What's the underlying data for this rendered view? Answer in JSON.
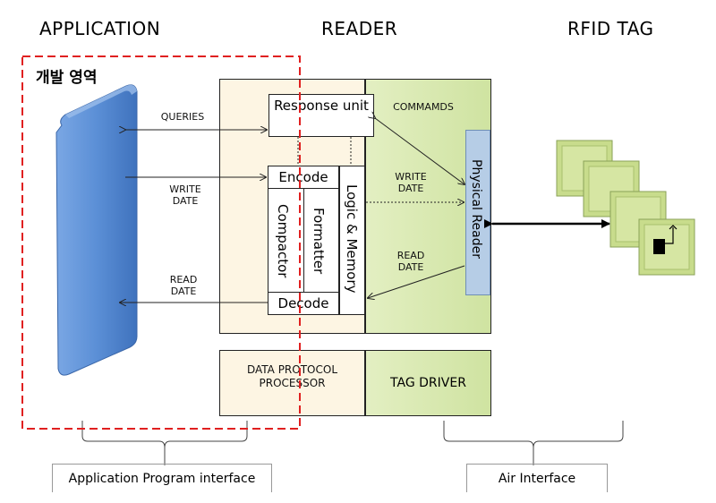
{
  "headers": {
    "application": "APPLICATION",
    "reader": "READER",
    "rfid_tag": "RFID TAG"
  },
  "dev_area_label": "개발 영역",
  "reader_blocks": {
    "response_unit": "Response unit",
    "encode": "Encode",
    "decode": "Decode",
    "compactor": "Compactor",
    "formatter": "Formatter",
    "logic_memory": "Logic & Memory",
    "physical_reader": "Physical Reader",
    "data_protocol_processor": "DATA PROTOCOL PROCESSOR",
    "tag_driver": "TAG DRIVER"
  },
  "flows": {
    "queries": "QUERIES",
    "write_date_left": "WRITE DATE",
    "read_date_left": "READ DATE",
    "commands": "COMMAMDS",
    "write_date_right": "WRITE DATE",
    "read_date_right": "READ DATE"
  },
  "interfaces": {
    "api": "Application Program interface",
    "air": "Air Interface"
  },
  "colors": {
    "application_blue": "#5b8fd6",
    "cream": "#fdf5e3",
    "green": "#cfe3a1",
    "physical_reader": "#b6cde6",
    "dev_area_red": "#e02020",
    "tag_green": "#c8dc8c"
  }
}
